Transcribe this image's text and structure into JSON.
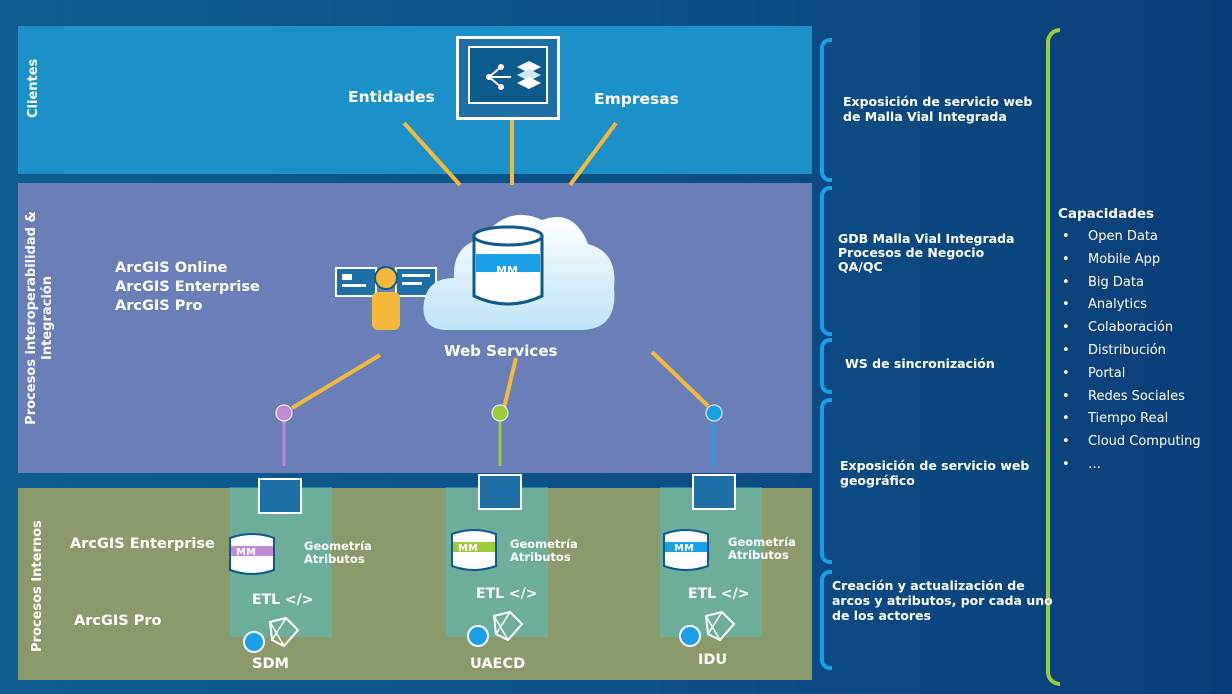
{
  "bands": {
    "clientes": "Clientes",
    "interop": [
      "Procesos interoperabilidad &",
      "Integración"
    ],
    "internos": "Procesos Internos"
  },
  "top": {
    "left_label": "Entidades",
    "right_label": "Empresas"
  },
  "middle": {
    "platforms": [
      "ArcGIS Online",
      "ArcGIS Enterprise",
      "ArcGIS Pro"
    ],
    "cloud_db_label": "MM",
    "web_services": "Web Services"
  },
  "bottom": {
    "left_labels": [
      "ArcGIS Enterprise",
      "ArcGIS Pro"
    ],
    "columns": [
      {
        "name": "SDM",
        "db_label": "MM",
        "line1": "Geometría",
        "line2": "Atributos",
        "etl": "ETL </>",
        "color": "#c18ad6"
      },
      {
        "name": "UAECD",
        "db_label": "MM",
        "line1": "Geometría",
        "line2": "Atributos",
        "etl": "ETL </>",
        "color": "#9ccc3c"
      },
      {
        "name": "IDU",
        "db_label": "MM",
        "line1": "Geometría",
        "line2": "Atributos",
        "etl": "ETL </>",
        "color": "#1aa0e8"
      }
    ]
  },
  "right": {
    "items": [
      [
        "Exposición de servicio web",
        "de Malla Vial Integrada"
      ],
      [
        "GDB Malla Vial Integrada",
        "Procesos de Negocio",
        "QA/QC"
      ],
      [
        "WS  de sincronización"
      ],
      [
        "Exposición de servicio web",
        "geográfico"
      ],
      [
        "Creación y actualización de",
        "arcos y atributos, por cada uno",
        "de los actores"
      ]
    ],
    "capacidades_title": "Capacidades",
    "capacidades": [
      "Open Data",
      "Mobile App",
      "Big Data",
      "Analytics",
      "Colaboración",
      "Distribución",
      "Portal",
      "Redes Sociales",
      "Tiempo Real",
      "Cloud Computing",
      "…"
    ]
  },
  "colors": {
    "accent_yellow": "#f4b93a",
    "brace_blue": "#1aa0e8",
    "brace_green": "#9ccc3c"
  }
}
